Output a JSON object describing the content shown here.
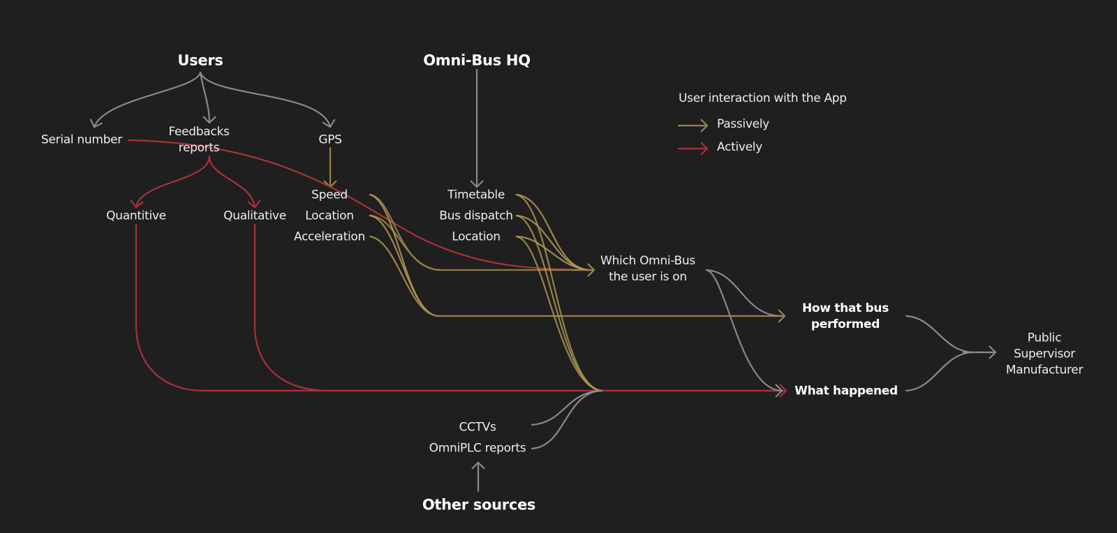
{
  "diagram": {
    "colors": {
      "background": "#1f1f1f",
      "neutral": "#8a8a8a",
      "passive": "#9a8448",
      "active": "#a8323a"
    },
    "sources": {
      "users": "Users",
      "hq": "Omni-Bus HQ",
      "other": "Other sources"
    },
    "user_children": {
      "serial": "Serial number",
      "feedback": "Feedbacks\nreports",
      "gps": "GPS"
    },
    "feedback_children": {
      "quantitive": "Quantitive",
      "qualitative": "Qualitative"
    },
    "gps_data": [
      "Speed",
      "Location",
      "Acceleration"
    ],
    "hq_data": [
      "Timetable",
      "Bus dispatch",
      "Location"
    ],
    "other_data": [
      "CCTVs",
      "OmniPLC reports"
    ],
    "intermediate": "Which Omni-Bus\nthe user is on",
    "outputs": {
      "performance": "How that bus\nperformed",
      "happened": "What happened"
    },
    "audience": "Public\nSupervisor\nManufacturer",
    "legend": {
      "title": "User interaction with the App",
      "items": [
        {
          "label": "Passively",
          "type": "passive"
        },
        {
          "label": "Actively",
          "type": "active"
        }
      ]
    }
  }
}
